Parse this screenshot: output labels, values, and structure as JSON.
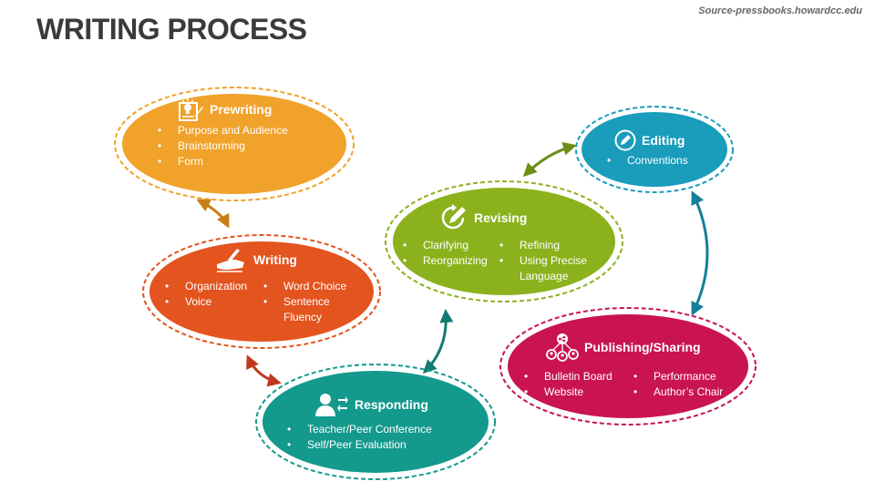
{
  "header": {
    "title": "WRITING PROCESS",
    "source": "Source-pressbooks.howardcc.edu"
  },
  "colors": {
    "prewriting": "#f0a22a",
    "writing": "#e4541f",
    "responding": "#149a8d",
    "revising": "#8bb21d",
    "editing": "#1a9cbb",
    "publishing": "#c9144f"
  },
  "stages": {
    "prewriting": {
      "title": "Prewriting",
      "icon": "idea-note-icon",
      "items": [
        "Purpose and Audience",
        "Brainstorming",
        "Form"
      ]
    },
    "writing": {
      "title": "Writing",
      "icon": "hand-writing-icon",
      "items_left": [
        "Organization",
        "Voice"
      ],
      "items_right": [
        "Word Choice",
        "Sentence Fluency"
      ]
    },
    "responding": {
      "title": "Responding",
      "icon": "person-exchange-icon",
      "items": [
        "Teacher/Peer Conference",
        "Self/Peer Evaluation"
      ]
    },
    "revising": {
      "title": "Revising",
      "icon": "revise-pencil-icon",
      "items_left": [
        "Clarifying",
        "Reorganizing"
      ],
      "items_right": [
        "Refining",
        "Using Precise Language"
      ]
    },
    "editing": {
      "title": "Editing",
      "icon": "pencil-circle-icon",
      "items": [
        "Conventions"
      ]
    },
    "publishing": {
      "title": "Publishing/Sharing",
      "icon": "share-network-icon",
      "items_left": [
        "Bulletin Board",
        "Website"
      ],
      "items_right": [
        "Performance",
        "Author’s Chair"
      ]
    }
  }
}
